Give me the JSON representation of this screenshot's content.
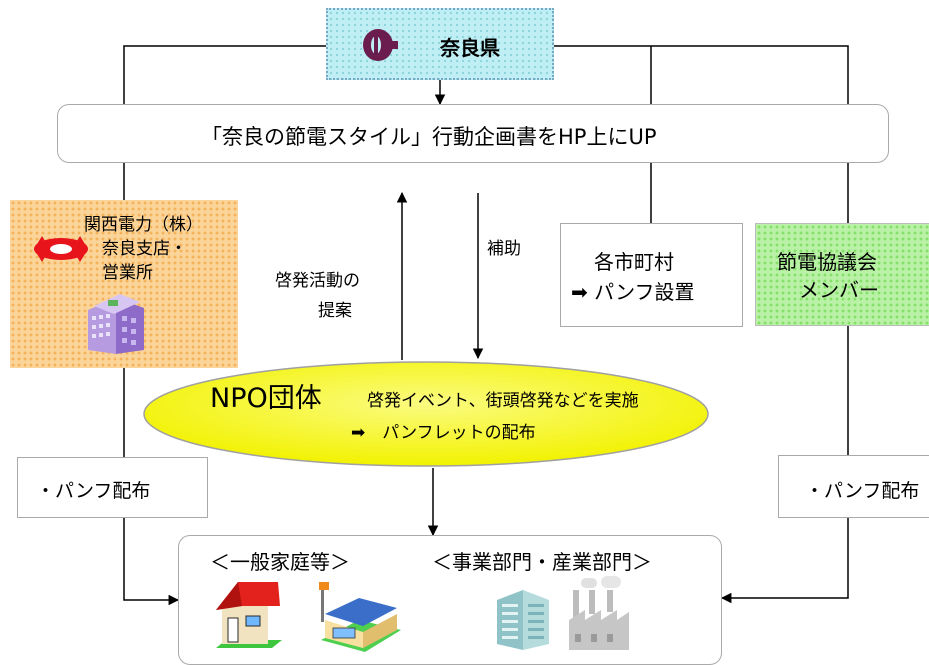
{
  "prefecture": {
    "label": "奈良県"
  },
  "upload": {
    "label": "「奈良の節電スタイル」行動企画書をHP上にUP"
  },
  "kansai": {
    "line1": "関西電力（株）",
    "line2": "奈良支店・",
    "line3": "営業所"
  },
  "municipalities": {
    "line1": "各市町村",
    "line2": "➡ パンフ設置"
  },
  "council": {
    "line1": "節電協議会",
    "line2": "メンバー"
  },
  "edges": {
    "proposal_line1": "啓発活動の",
    "proposal_line2": "提案",
    "subsidy": "補助"
  },
  "npo": {
    "name": "NPO団体",
    "activity": "啓発イベント、街頭啓発などを実施",
    "pamphlet": "➡　パンフレットの配布"
  },
  "pamphlet_left": {
    "label": "・パンフ配布"
  },
  "pamphlet_right": {
    "label": "・パンフ配布"
  },
  "targets": {
    "household": "＜一般家庭等＞",
    "business": "＜事業部門・産業部門＞"
  },
  "colors": {
    "ellipse": "#f5f500",
    "kansai_bg": "#fbd49a",
    "council_bg": "#b9f1a6",
    "pref_bg": "#bfeff4"
  }
}
